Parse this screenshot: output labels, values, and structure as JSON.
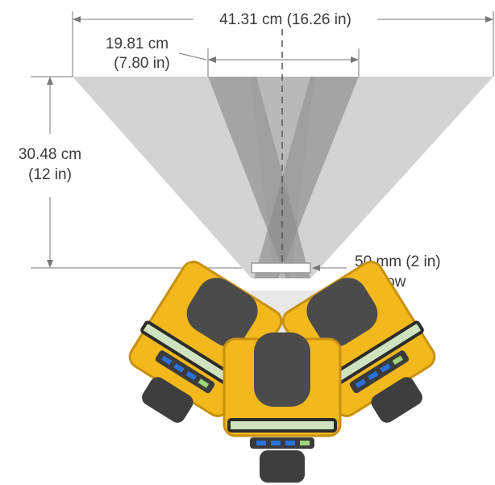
{
  "dimensions": {
    "outer_width": "41.31 cm (16.26 in)",
    "inner_width_cm": "19.81 cm",
    "inner_width_in": "(7.80 in)",
    "distance_cm": "30.48 cm",
    "distance_in": "(12 in)",
    "window_label": "50 mm (2 in)",
    "window_word": "window"
  },
  "colors": {
    "camera_yellow": "#f3b81c",
    "camera_yellow_dark": "#c8900f",
    "lens_housing": "#4b4b4b",
    "screen_green": "#cfe2bf",
    "button_blue": "#2a72d8",
    "fov_light": "#cfcfcf",
    "fov_dark": "#7d7d7d"
  }
}
